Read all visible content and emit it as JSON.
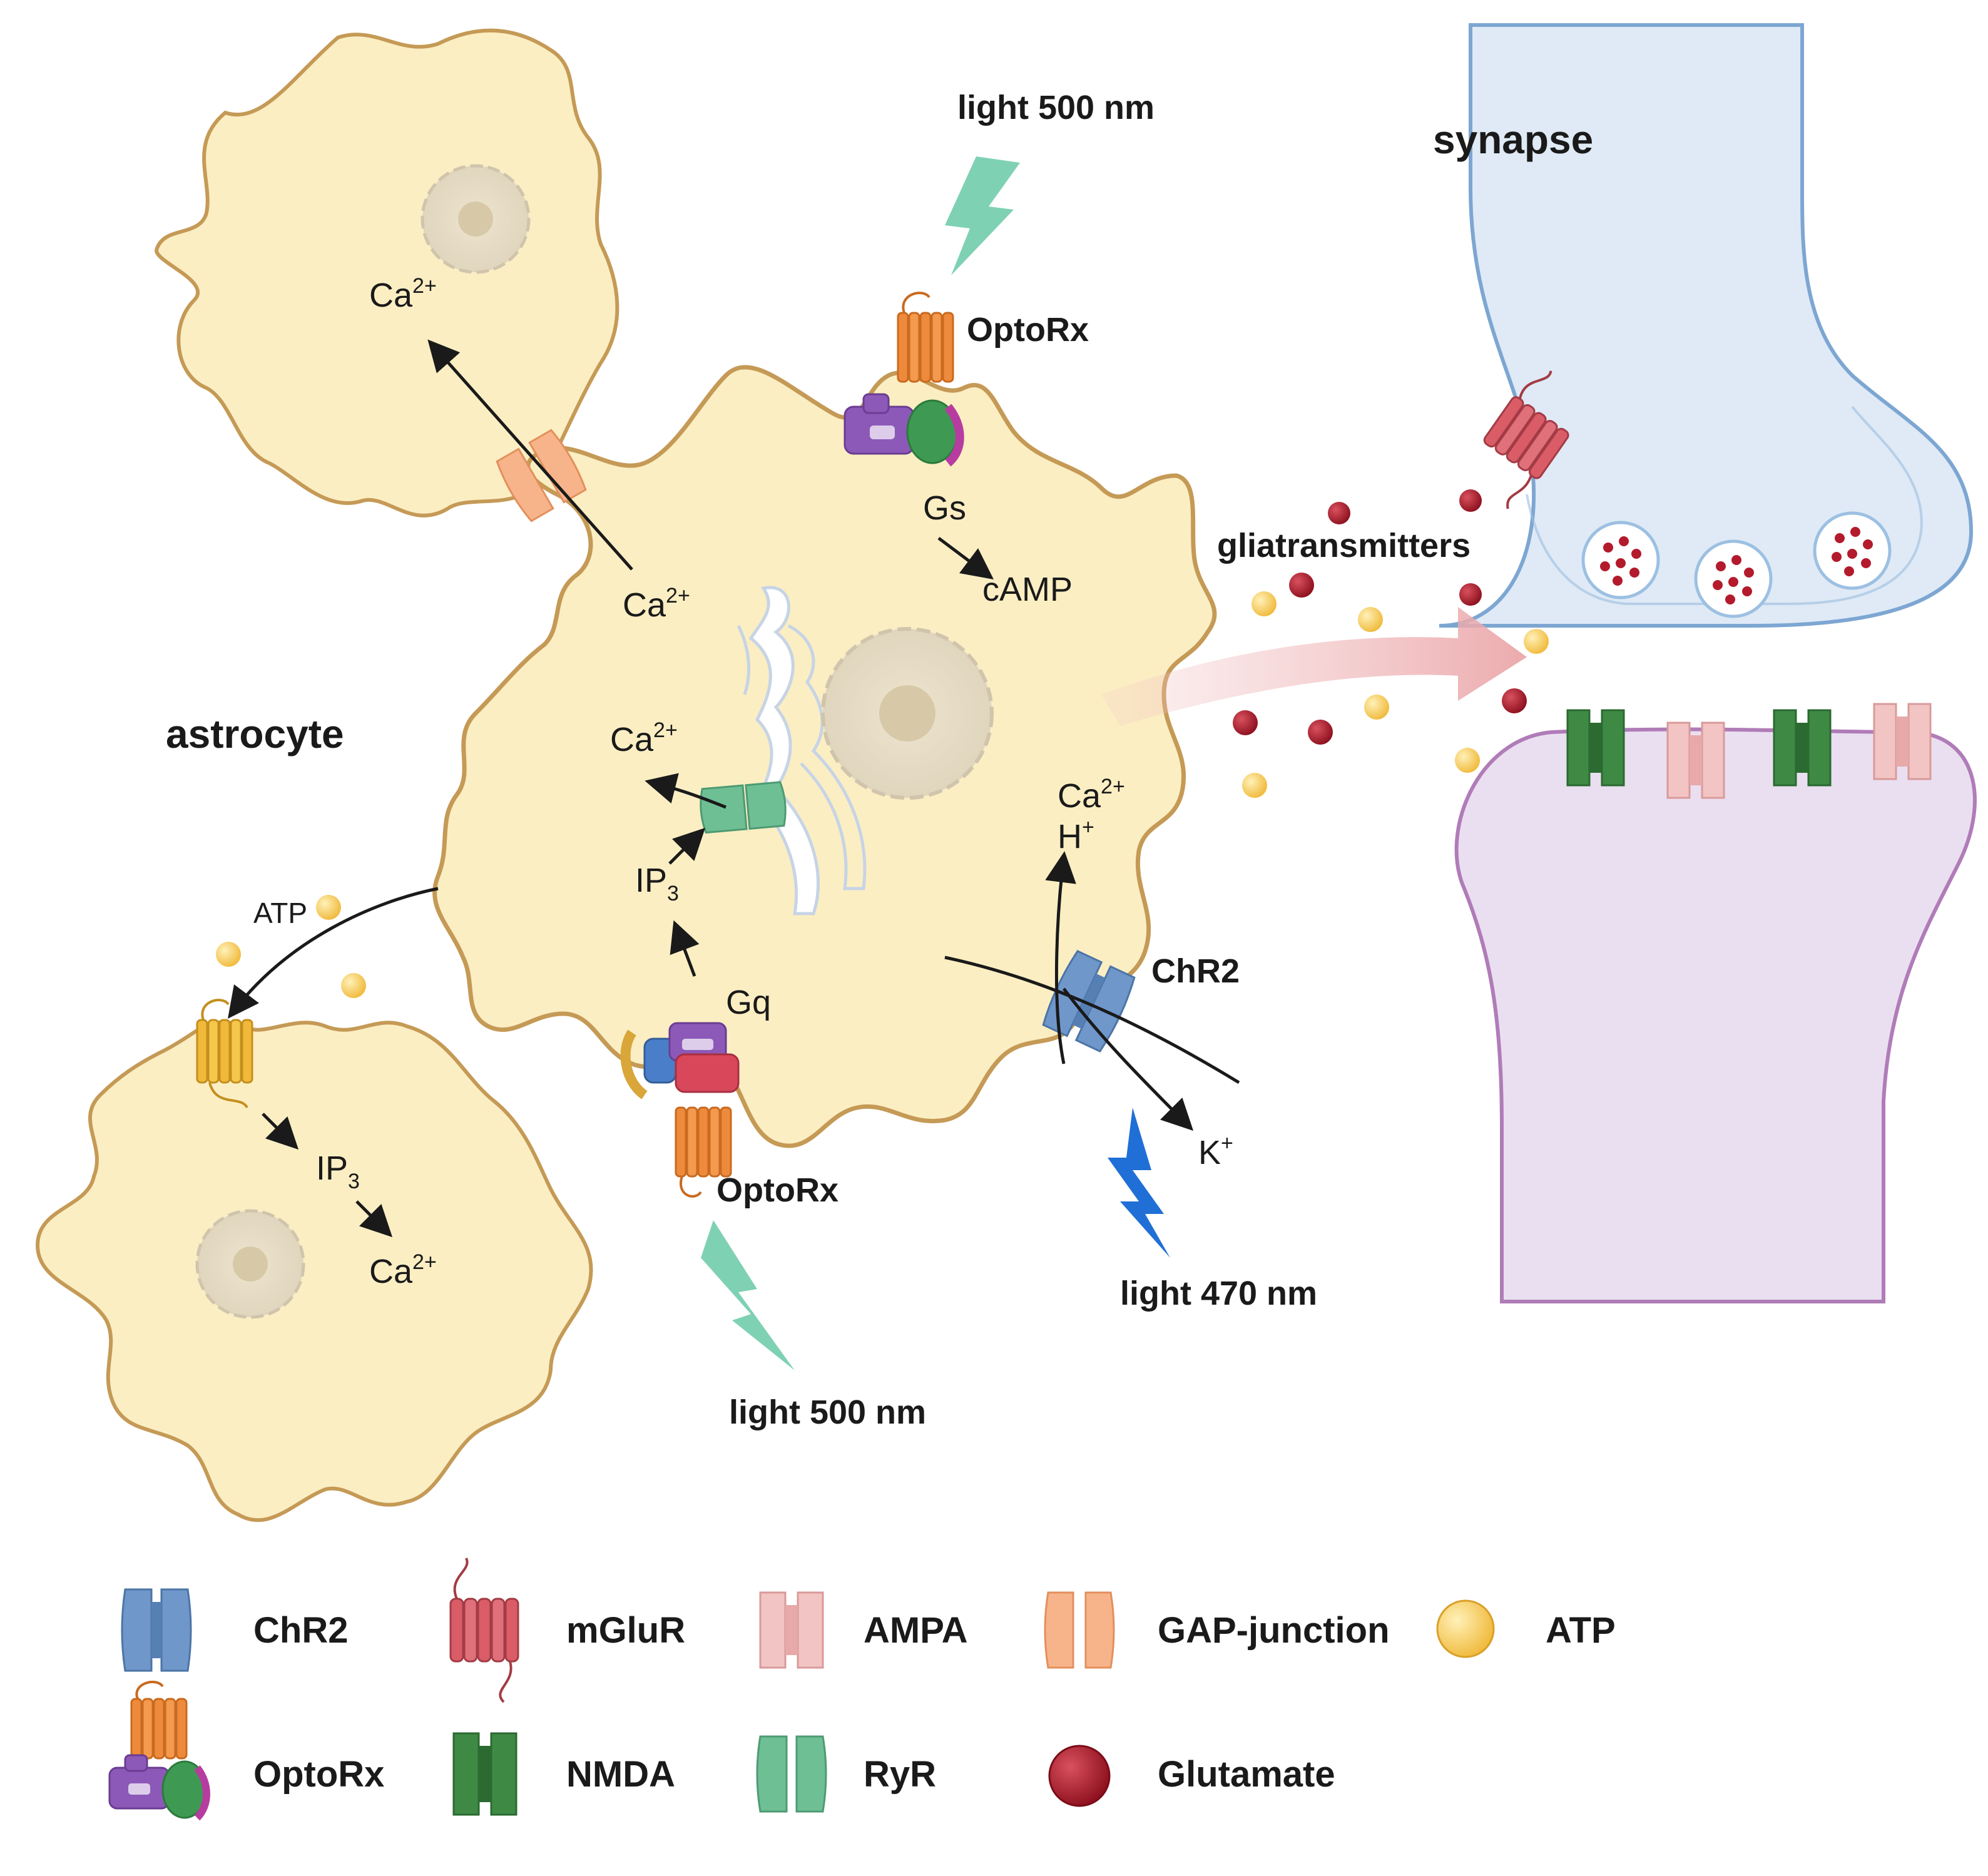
{
  "labels": {
    "astrocyte": "astrocyte",
    "synapse": "synapse",
    "gliatransmitters": "gliatransmitters",
    "optorx_top": "OptoRx",
    "optorx_bottom": "OptoRx",
    "chr2": "ChR2",
    "light_500_top": "light 500 nm",
    "light_500_bottom": "light 500 nm",
    "light_470": "light 470 nm",
    "gs": "Gs",
    "camp": "cAMP",
    "gq": "Gq",
    "atp": "ATP",
    "ca": "Ca",
    "ca_sup": "2+",
    "ip": "IP",
    "ip_sub": "3",
    "h": "H",
    "k": "K",
    "plus": "+"
  },
  "legend": [
    {
      "key": "chr2",
      "label": "ChR2",
      "icon": "chr2-channel-icon",
      "color": "#6f97c9"
    },
    {
      "key": "mglur",
      "label": "mGluR",
      "icon": "mglur-receptor-icon",
      "color": "#d95c67"
    },
    {
      "key": "ampa",
      "label": "AMPA",
      "icon": "ampa-receptor-icon",
      "color": "#f2c4c4"
    },
    {
      "key": "gap",
      "label": "GAP-junction",
      "icon": "gap-junction-icon",
      "color": "#f7b48a"
    },
    {
      "key": "atp",
      "label": "ATP",
      "icon": "atp-dot-icon",
      "color": "#f5c84c"
    },
    {
      "key": "optorx",
      "label": "OptoRx",
      "icon": "optorx-receptor-icon",
      "color": "#ee8a3c"
    },
    {
      "key": "nmda",
      "label": "NMDA",
      "icon": "nmda-receptor-icon",
      "color": "#3e8a45"
    },
    {
      "key": "ryr",
      "label": "RyR",
      "icon": "ryr-channel-icon",
      "color": "#6fbf95"
    },
    {
      "key": "glutamate",
      "label": "Glutamate",
      "icon": "glutamate-dot-icon",
      "color": "#b31b2c"
    }
  ],
  "colors": {
    "astrocyte_fill": "#fbeec3",
    "astrocyte_stroke": "#c59a56",
    "pre_fill": "#dfeaf6",
    "pre_stroke": "#7da6d2",
    "post_fill": "#eadff0",
    "post_stroke": "#b07cb8",
    "light_green": "#7fd1b3",
    "light_blue": "#1f6fd6"
  }
}
